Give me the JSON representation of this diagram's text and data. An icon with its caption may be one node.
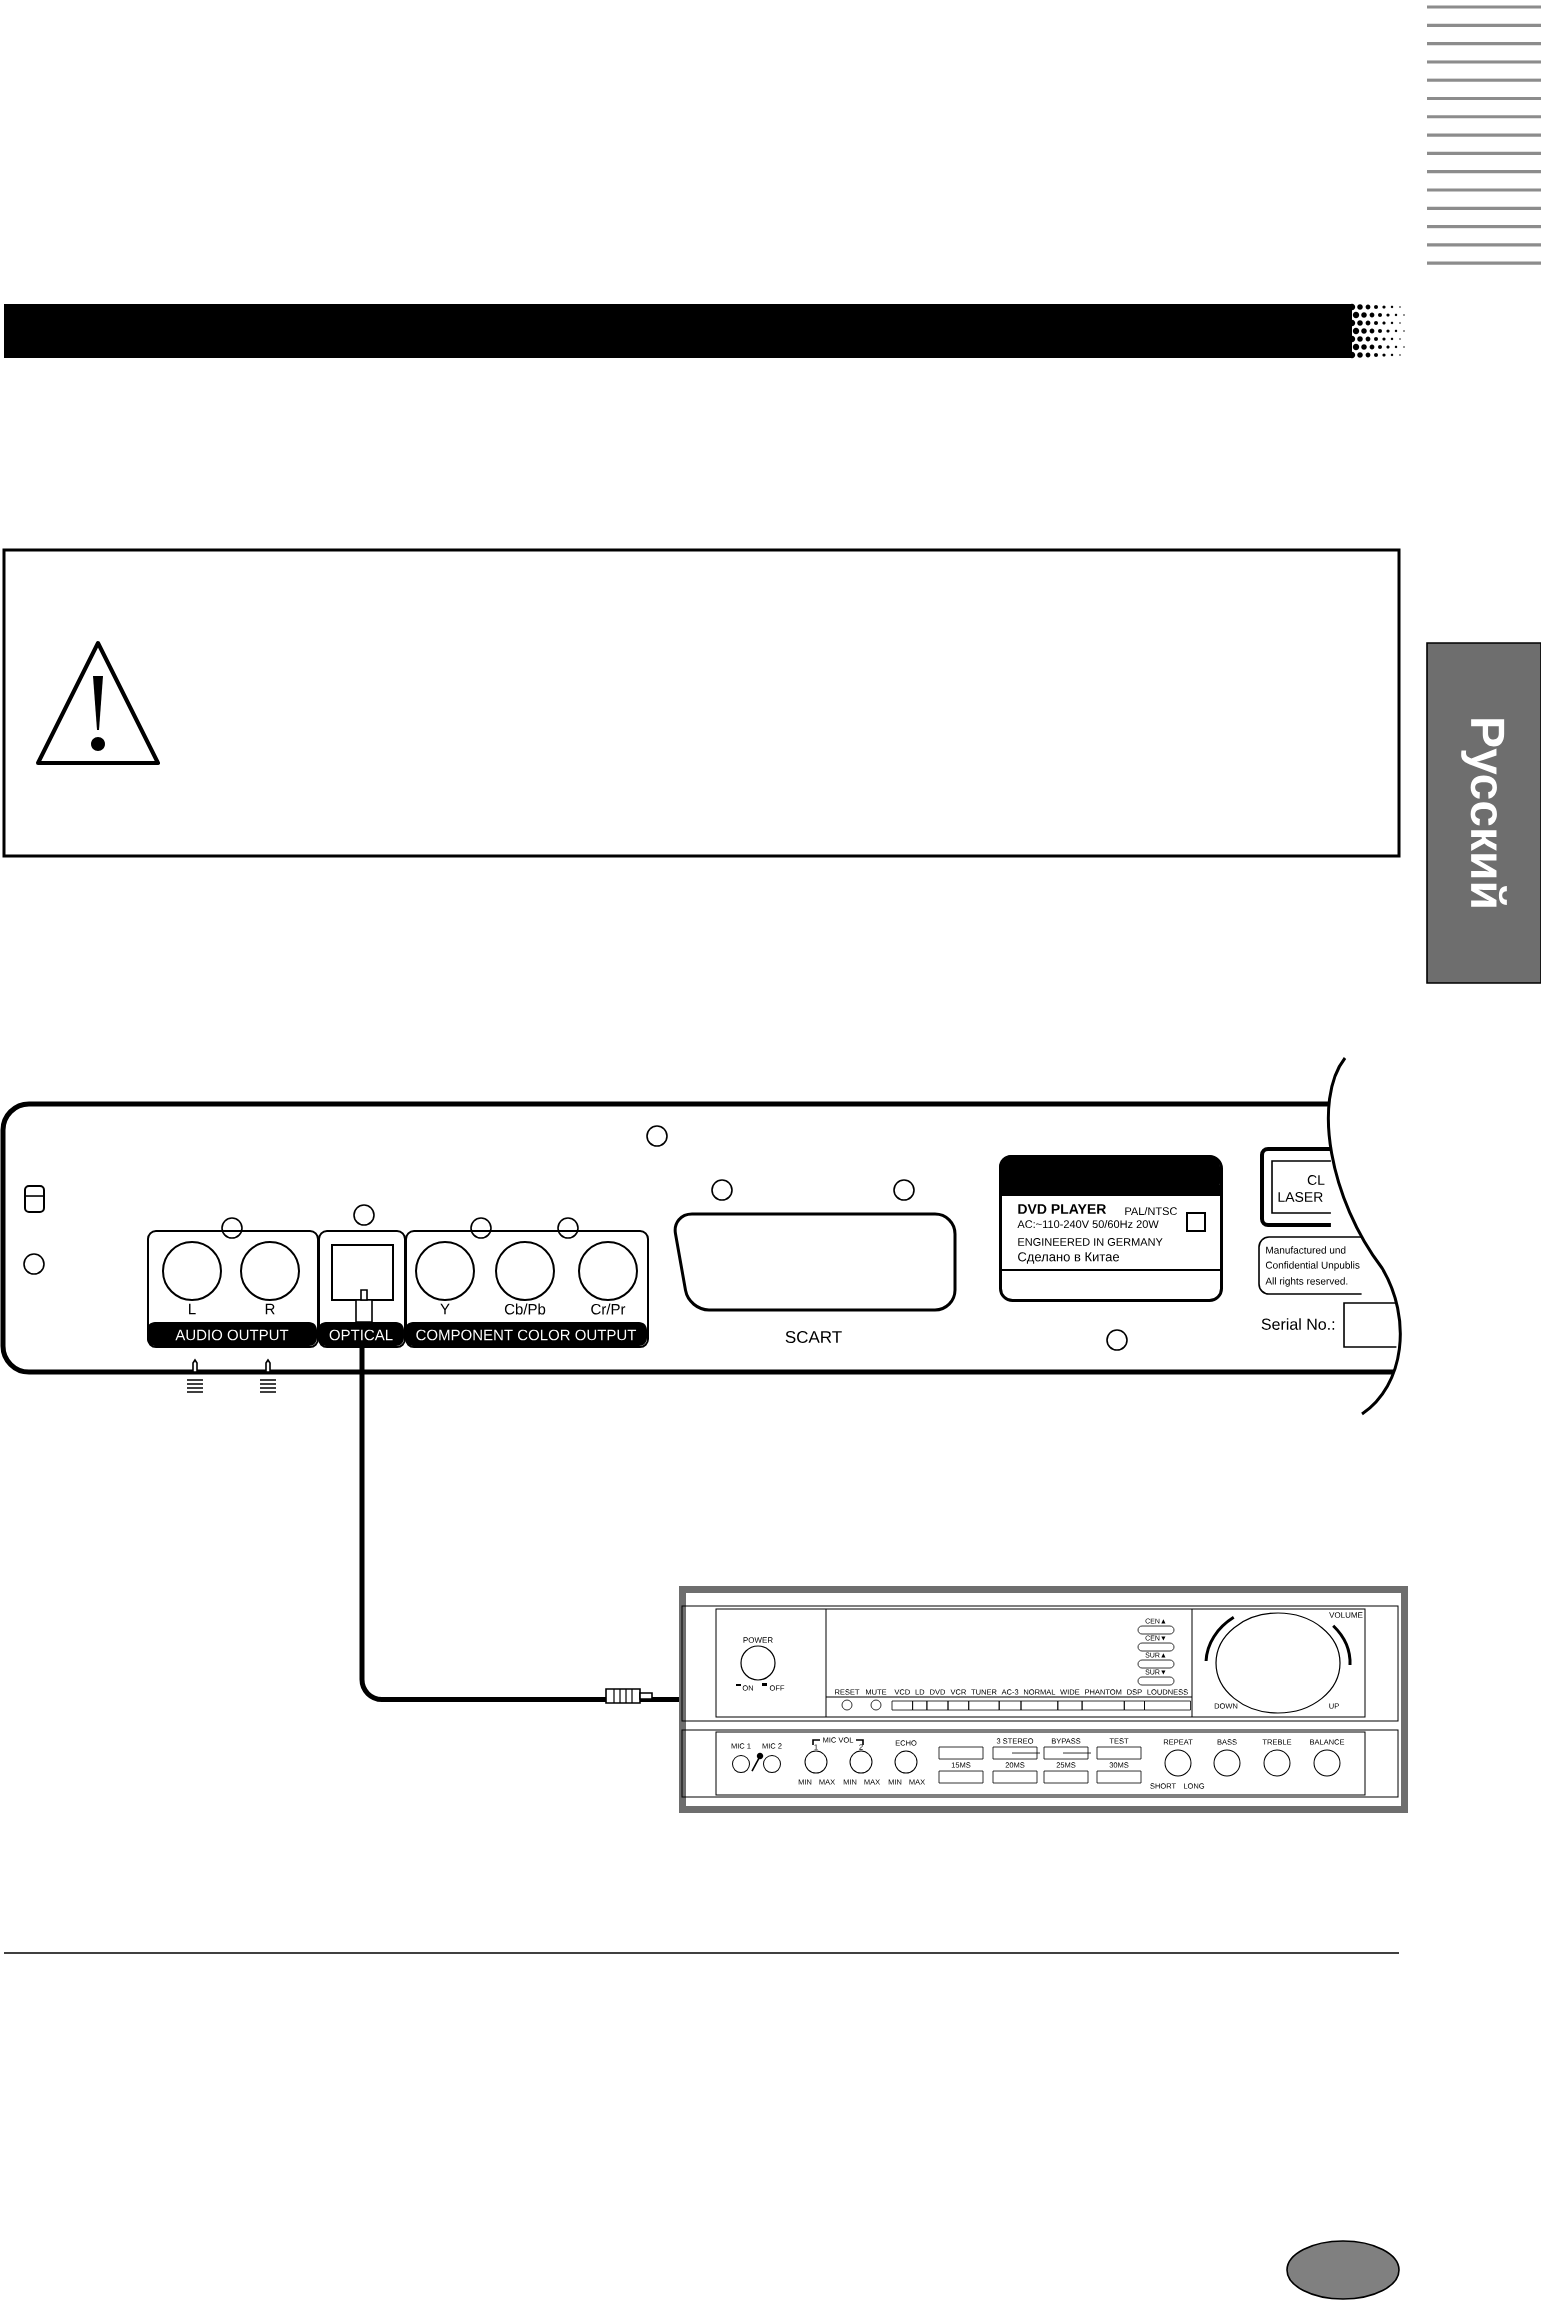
{
  "diagram": {
    "nodes": [
      {
        "text": [],
        "shape": "box"
      },
      {
        "text": [
          "L",
          "R",
          "AUDIO OUTPUT"
        ],
        "in": 0
      },
      {
        "text": [
          "OPTICAL"
        ],
        "in": 0
      },
      {
        "text": [
          "Y",
          "Cb/Pb",
          "Cr/Pr",
          "COMPONENT COLOR OUTPUT"
        ],
        "in": 0
      },
      {
        "text": [
          "SCART"
        ],
        "in": 0
      },
      {
        "text": [
          "DVD PLAYER",
          "PAL/NTSC",
          "AC:~110-240V 50/60Hz 20W",
          "ENGINEERED IN GERMANY",
          "Сделано в Китае"
        ],
        "in": 0
      },
      {
        "text": [
          "CL",
          "LASER"
        ],
        "in": 0
      },
      {
        "text": [
          "Manufactured und",
          "Confidential Unpublis",
          "All rights reserved."
        ],
        "in": 0
      },
      {
        "text": [
          "Serial No.:"
        ],
        "in": 0
      },
      {
        "text": [],
        "shape": "picture"
      }
    ],
    "edges": [
      {
        "from": 2,
        "to": 9,
        "arrow": "none"
      }
    ],
    "labels": [
      "Русский",
      "POWER",
      "ON",
      "OFF",
      "RESET",
      "MUTE",
      "VCD",
      "LD",
      "DVD",
      "VCR",
      "TUNER",
      "AC-3",
      "NORMAL",
      "WIDE",
      "PHANTOM",
      "DSP",
      "LOUDNESS",
      "CEN▲",
      "CEN▼",
      "SUR▲",
      "SUR▼",
      "VOLUME",
      "DOWN",
      "UP",
      "MIC 1",
      "MIC 2",
      "MIC VOL",
      "1",
      "2",
      "MIN",
      "MAX",
      "MIN",
      "MAX",
      "ECHO",
      "MIN",
      "MAX",
      "3 STEREO",
      "BYPASS",
      "TEST",
      "15MS",
      "20MS",
      "25MS",
      "30MS",
      "REPEAT",
      "BASS",
      "TREBLE",
      "BALANCE",
      "SHORT",
      "LONG"
    ]
  }
}
